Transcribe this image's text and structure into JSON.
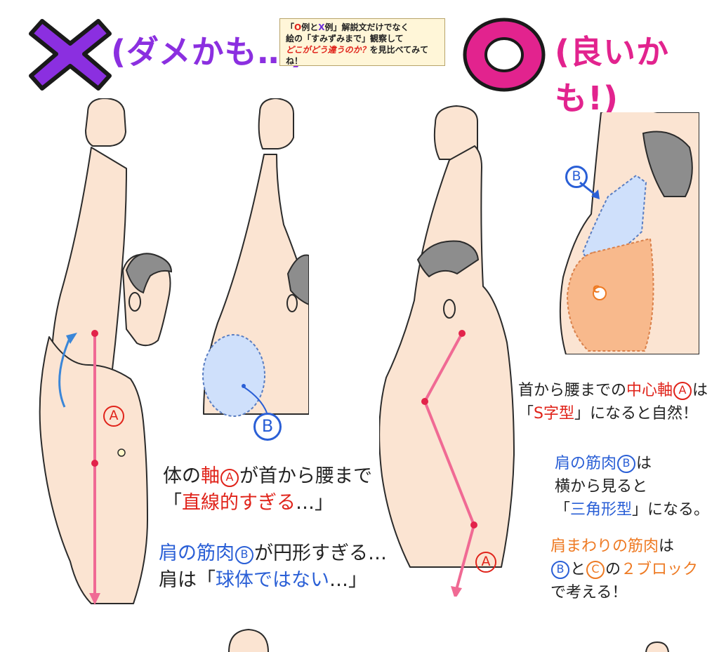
{
  "header": {
    "ng_label": "(ダメかも…)",
    "ok_label": "(良いかも!)",
    "note": {
      "line1_pre": "「",
      "line1_o": "O",
      "line1_mid": "例と",
      "line1_x": "X",
      "line1_post": "例」解説文だけでなく",
      "line2": "絵の「すみずみまで」観察して",
      "line3_emph": "どこがどう違うのか？",
      "line3_post": "を見比べてみてね！"
    }
  },
  "labels": {
    "a": "A",
    "b": "B",
    "c": "C"
  },
  "ng_text": {
    "line1_pre": "体の",
    "line1_axis": "軸",
    "line1_post": "が首から腰まで",
    "line2_open": "「",
    "line2_emph": "直線的すぎる",
    "line2_close": "…」",
    "line3_emph": "肩の筋肉",
    "line3_post": "が円形すぎる…",
    "line4_pre": "肩は「",
    "line4_emph": "球体ではない",
    "line4_post": "…」"
  },
  "ok_text": {
    "p1_l1_pre": "首から腰までの",
    "p1_l1_emph": "中心軸",
    "p1_l1_post": "は",
    "p1_l2_open": "「",
    "p1_l2_emph": "S字型",
    "p1_l2_post": "」になると自然！",
    "p2_l1_emph": "肩の筋肉",
    "p2_l1_post": "は",
    "p2_l2": "横から見ると",
    "p2_l3_open": "「",
    "p2_l3_emph": "三角形型",
    "p2_l3_post": "」になる。",
    "p3_l1_emph": "肩まわりの筋肉",
    "p3_l1_post": "は",
    "p3_l2_and": "と",
    "p3_l2_no": "の",
    "p3_l2_emph": "２ブロック",
    "p3_l3": "で考える！"
  },
  "colors": {
    "ng": "#8b2fe0",
    "ok": "#e2238e",
    "axis": "#f06a94",
    "blue_fill": "#cfe0fb",
    "orange_fill": "#f8b98c",
    "skin": "#fbe4d2",
    "hair": "#8d8d8d"
  }
}
